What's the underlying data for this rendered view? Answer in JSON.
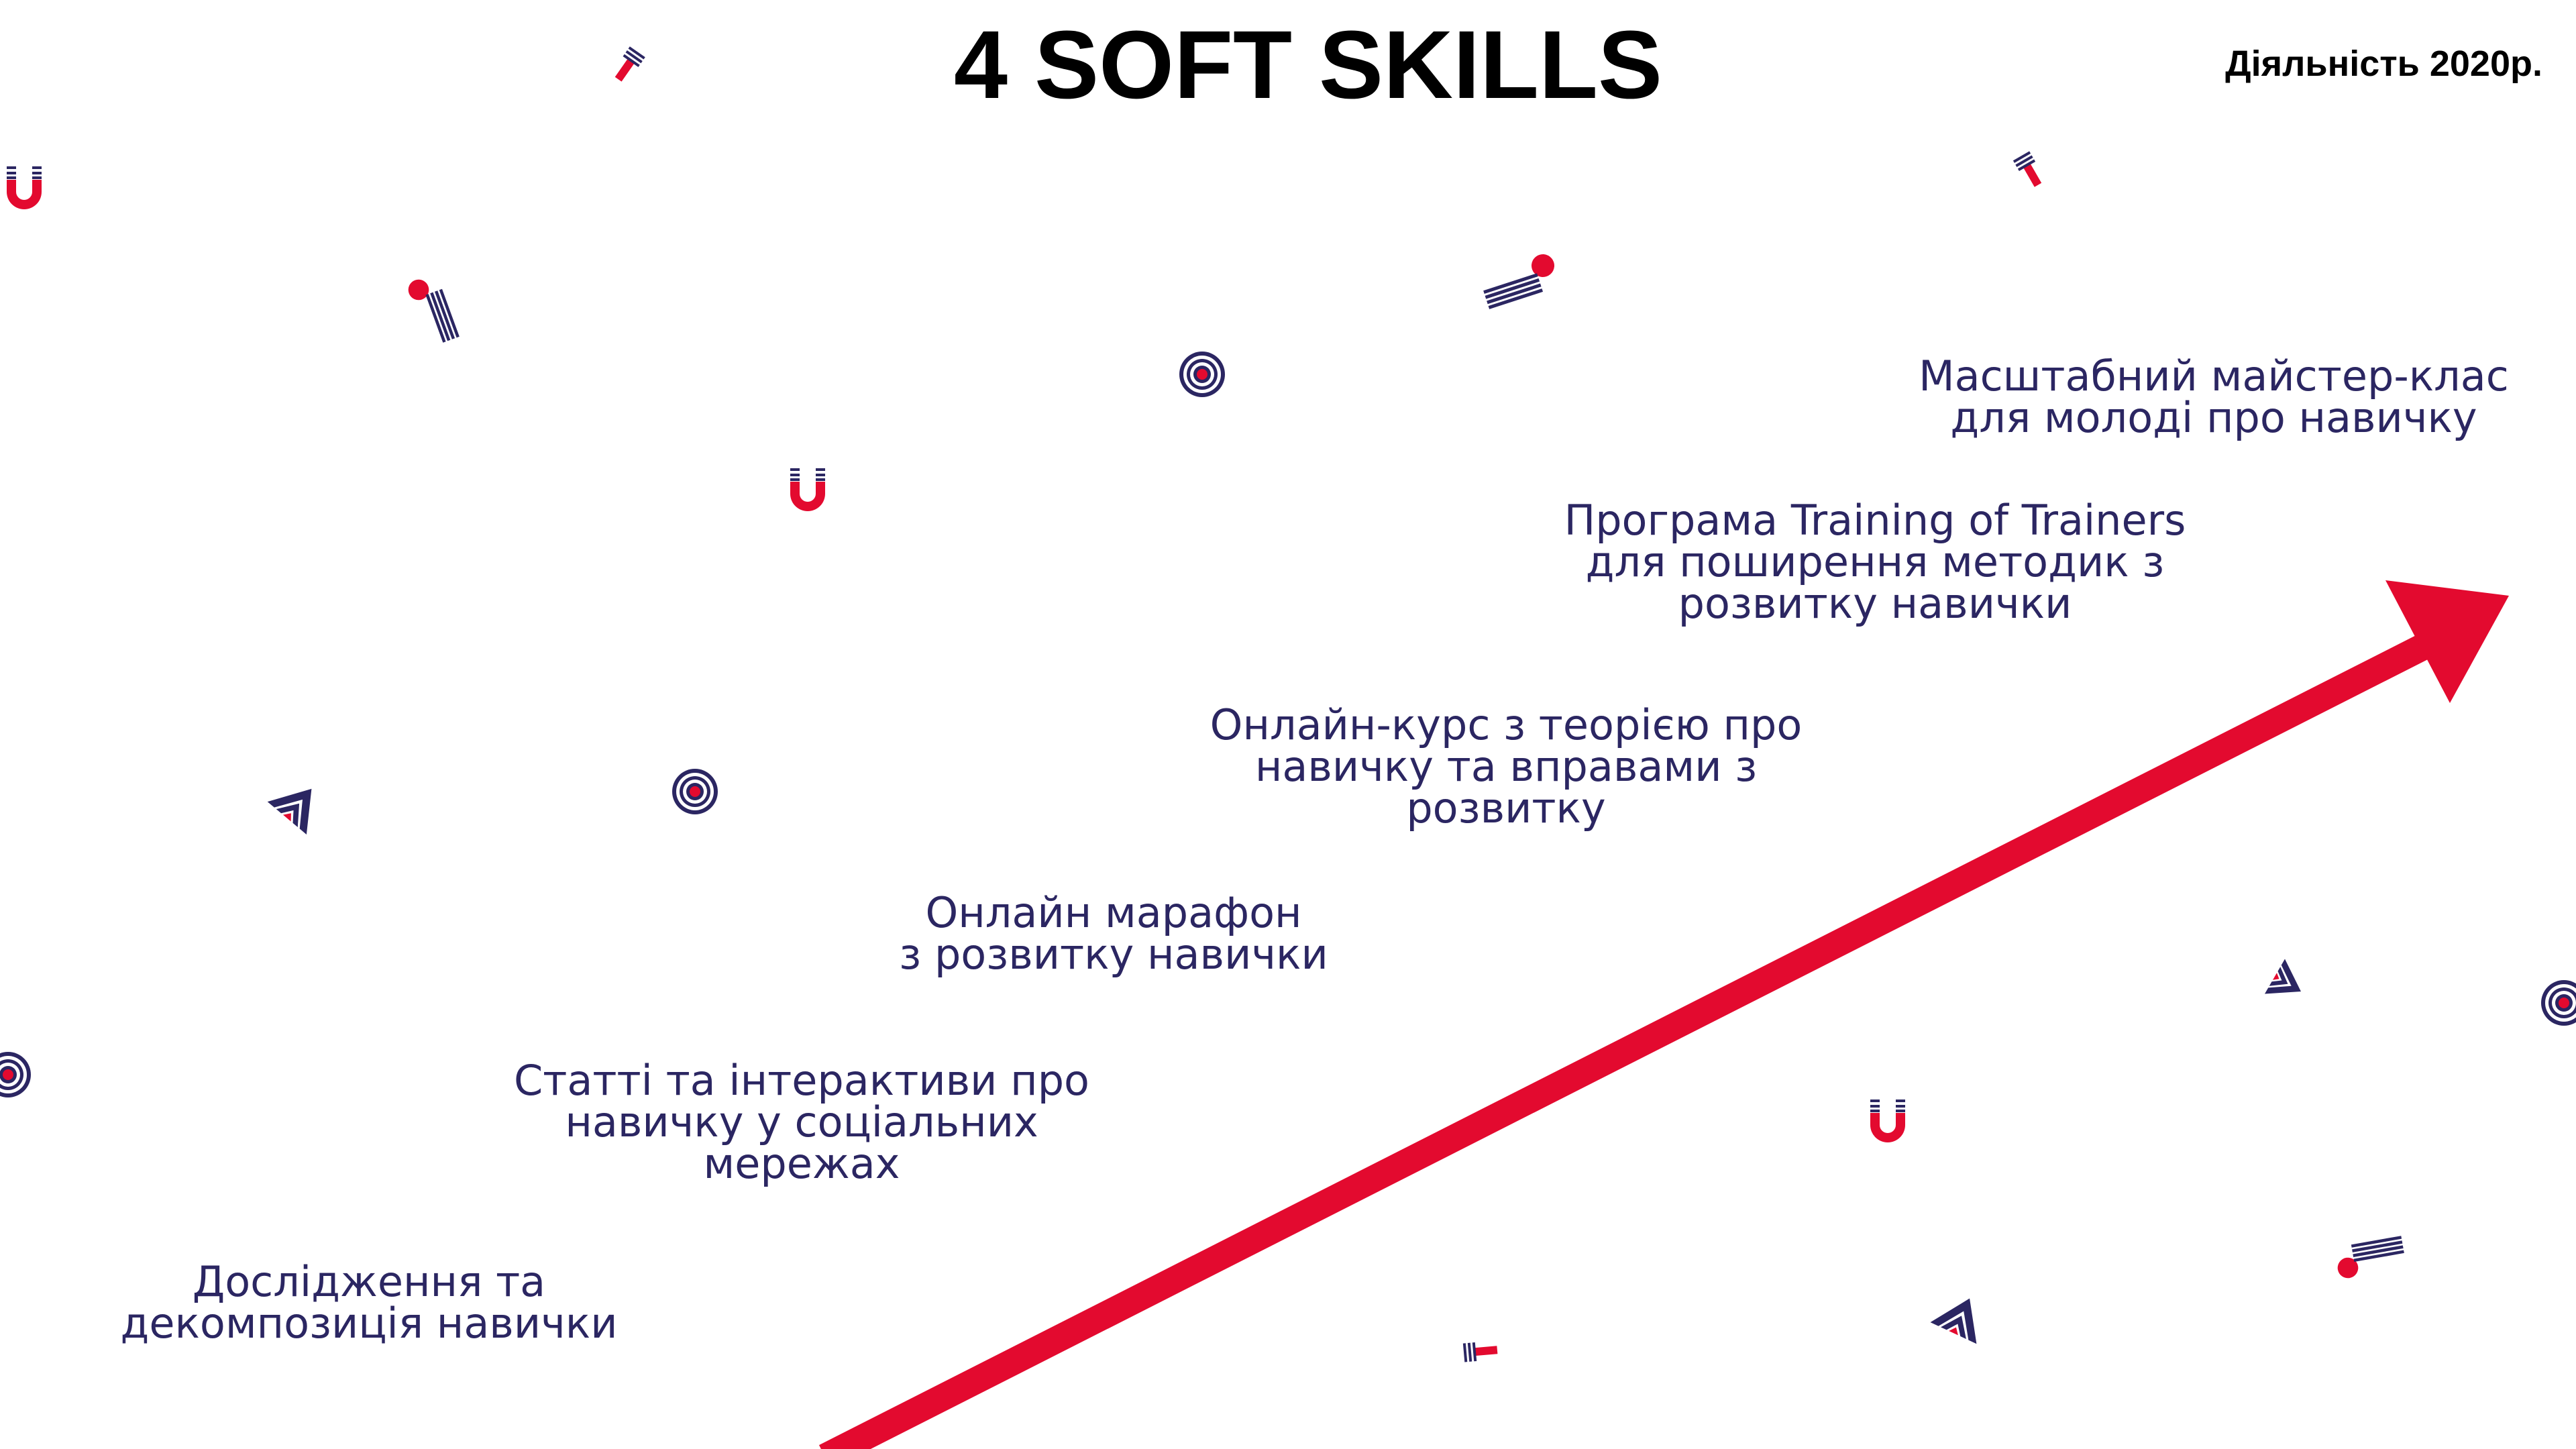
{
  "header": {
    "title": "4 SOFT SKILLS",
    "year_label": "Діяльність 2020р."
  },
  "colors": {
    "accent_red": "#e30a2f",
    "text_navy": "#2b2662"
  },
  "steps": [
    {
      "lines": [
        "Дослідження та",
        "декомпозиція навички"
      ]
    },
    {
      "lines": [
        "Статті та інтерактиви про",
        "навичку у соціальних",
        "мережах"
      ]
    },
    {
      "lines": [
        "Онлайн марафон",
        "з розвитку навички"
      ]
    },
    {
      "lines": [
        "Онлайн-курс з теорією про",
        "навичку та вправами з",
        "розвитку"
      ]
    },
    {
      "lines": [
        "Програма Training of Trainers",
        "для поширення методик з",
        "розвитку навички"
      ]
    },
    {
      "lines": [
        "Масштабний майстер-клас",
        "для молоді про навичку"
      ]
    }
  ],
  "decorations": [
    "target-icon",
    "magnet-icon",
    "pin-icon",
    "bar-dot-icon",
    "chevron-icon",
    "growth-arrow"
  ]
}
